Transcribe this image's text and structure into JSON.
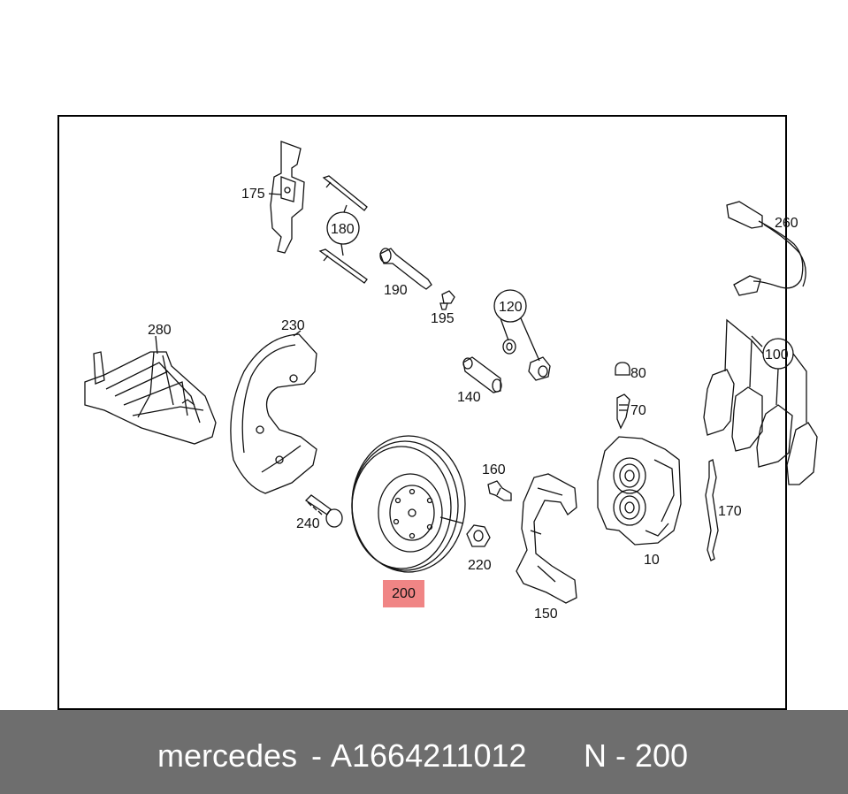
{
  "diagram": {
    "labels": {
      "l175": "175",
      "l180": "180",
      "l190": "190",
      "l195": "195",
      "l120": "120",
      "l260": "260",
      "l280": "280",
      "l230": "230",
      "l140": "140",
      "l80": "80",
      "l70": "70",
      "l100": "100",
      "l160": "160",
      "l170": "170",
      "l240": "240",
      "l220": "220",
      "l10": "10",
      "l150": "150"
    },
    "highlighted_part": "200",
    "highlight_color": "#f08585"
  },
  "footer": {
    "brand": "mercedes",
    "separator": "-",
    "part_number": "A1664211012",
    "position_text": "N - 200",
    "background": "#6e6e6e"
  }
}
